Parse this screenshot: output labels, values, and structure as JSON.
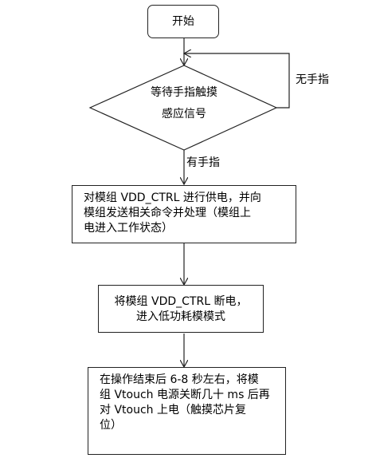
{
  "start": {
    "label": "开始"
  },
  "decision": {
    "line1": "等待手指触摸",
    "line2": "感应信号"
  },
  "branch": {
    "no_finger": "无手指",
    "has_finger": "有手指"
  },
  "step1": {
    "lines": [
      "对模组 VDD_CTRL 进行供电，并向",
      "模组发送相关命令并处理（模组上",
      "电进入工作状态）"
    ]
  },
  "step2": {
    "lines": [
      "将模组 VDD_CTRL 断电，",
      "进入低功耗模模式"
    ]
  },
  "step3": {
    "lines": [
      "在操作结束后 6-8 秒左右，将模",
      "组 Vtouch 电源关断几十 ms 后再",
      "对 Vtouch 上电（触摸芯片复",
      "位）"
    ]
  }
}
